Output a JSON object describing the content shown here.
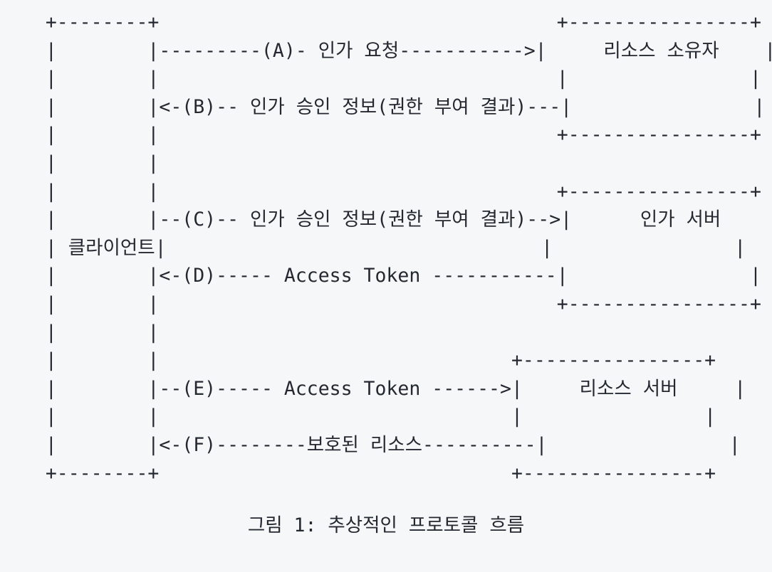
{
  "page": {
    "background_color": "#f6f7f9",
    "text_color": "#242931"
  },
  "diagram": {
    "type": "ascii-flow",
    "ascii": "    +--------+                                   +----------------+\n    |        |---------(A)- 인가 요청----------->|     리소스 소유자    |\n    |        |                                   |                |\n    |        |<-(B)-- 인가 승인 정보(권한 부여 결과)---|                |\n    |        |                                   +----------------+\n    |        |\n    |        |                                   +----------------+\n    |        |--(C)-- 인가 승인 정보(권한 부여 결과)-->|      인가 서버     |\n    | 클라이언트|                                 |                |\n    |        |<-(D)----- Access Token -----------|                |\n    |        |                                   +----------------+\n    |        |\n    |        |                               +----------------+\n    |        |--(E)----- Access Token ------>|     리소스 서버     |\n    |        |                               |                |\n    |        |<-(F)--------보호된 리소스----------|                |\n    +--------+                               +----------------+",
    "nodes": [
      {
        "id": "client",
        "label": "클라이언트"
      },
      {
        "id": "resource-owner",
        "label": "리소스 소유자"
      },
      {
        "id": "authorization-server",
        "label": "인가 서버"
      },
      {
        "id": "resource-server",
        "label": "리소스 서버"
      }
    ],
    "flows": [
      {
        "step": "A",
        "label": "인가 요청",
        "from": "client",
        "to": "resource-owner",
        "direction": "right"
      },
      {
        "step": "B",
        "label": "인가 승인 정보(권한 부여 결과)",
        "from": "resource-owner",
        "to": "client",
        "direction": "left"
      },
      {
        "step": "C",
        "label": "인가 승인 정보(권한 부여 결과)",
        "from": "client",
        "to": "authorization-server",
        "direction": "right"
      },
      {
        "step": "D",
        "label": "Access Token",
        "from": "authorization-server",
        "to": "client",
        "direction": "left"
      },
      {
        "step": "E",
        "label": "Access Token",
        "from": "client",
        "to": "resource-server",
        "direction": "right"
      },
      {
        "step": "F",
        "label": "보호된 리소스",
        "from": "resource-server",
        "to": "client",
        "direction": "left"
      }
    ]
  },
  "figure": {
    "caption": "그림 1: 추상적인 프로토콜 흐름"
  }
}
